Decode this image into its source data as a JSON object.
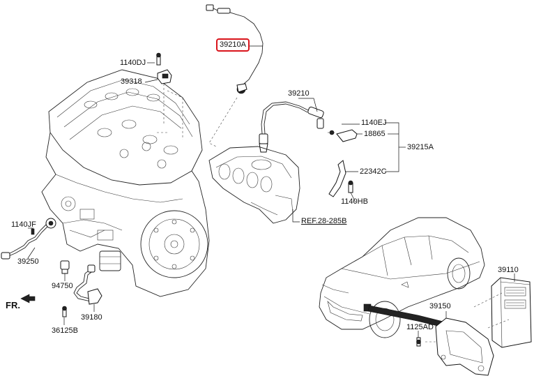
{
  "diagram": {
    "callouts": {
      "c39210A": "39210A",
      "c1140DJ": "1140DJ",
      "c39318": "39318",
      "c39210": "39210",
      "c1140EJ": "1140EJ",
      "c18865": "18865",
      "c39215A": "39215A",
      "c22342C": "22342C",
      "c1140HB": "1140HB",
      "ref": "REF.28-285B",
      "c1140JF": "1140JF",
      "c39250": "39250",
      "c94750": "94750",
      "c39180": "39180",
      "c36125B": "36125B",
      "fr": "FR.",
      "c39110": "39110",
      "c39150": "39150",
      "c1125AD": "1125AD"
    },
    "highlight_color": "#d9141b",
    "icons": [
      "engine-block-drawing",
      "exhaust-manifold-drawing",
      "oxygen-sensor-drawing",
      "car-drawing",
      "ecu-module-drawing",
      "front-arrow-icon"
    ]
  }
}
